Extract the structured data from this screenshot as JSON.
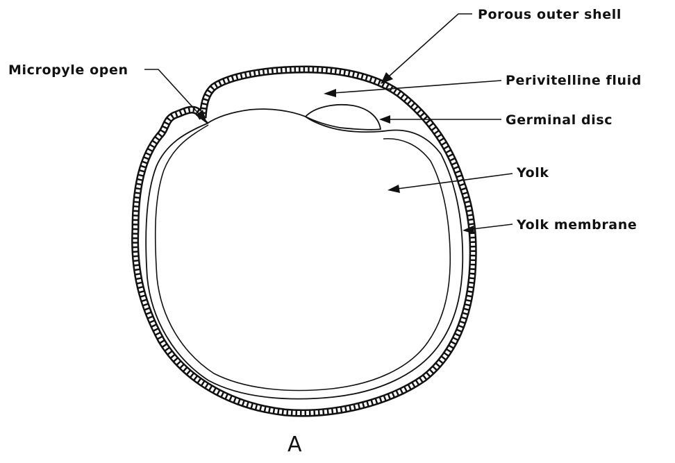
{
  "labels": {
    "porous_outer_shell": "Porous outer shell",
    "micropyle_open": "Micropyle open",
    "perivitelline_fluid": "Perivitelline fluid",
    "germinal_disc": "Germinal disc",
    "yolk": "Yolk",
    "yolk_membrane": "Yolk membrane"
  },
  "figure_letter": "A"
}
